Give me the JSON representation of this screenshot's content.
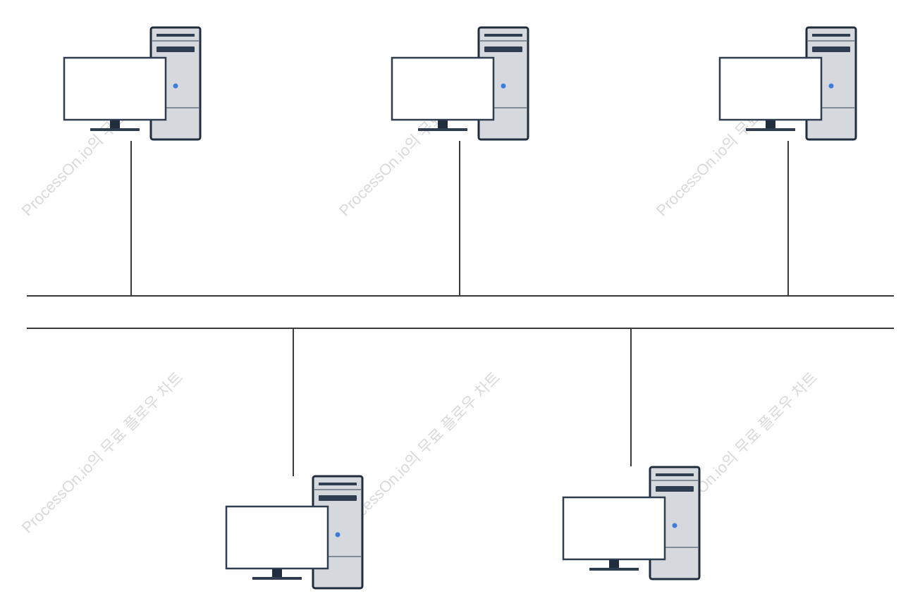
{
  "watermark": {
    "text": "ProcessOn.io의 무료 플로우 차트",
    "color": "#d9d9d9"
  },
  "colors": {
    "line": "#3a3a3a",
    "tower_fill": "#d5d9de",
    "tower_outline": "#1f2d3d",
    "tower_slot": "#2e3e50",
    "power_led": "#3b7ddd",
    "monitor_screen": "#ffffff",
    "monitor_outline": "#2e3e50"
  },
  "diagram": {
    "type": "bus-topology",
    "computers": [
      {
        "id": "pc-top-1",
        "icon": "desktop-computer-icon"
      },
      {
        "id": "pc-top-2",
        "icon": "desktop-computer-icon"
      },
      {
        "id": "pc-top-3",
        "icon": "desktop-computer-icon"
      },
      {
        "id": "pc-bottom-1",
        "icon": "desktop-computer-icon"
      },
      {
        "id": "pc-bottom-2",
        "icon": "desktop-computer-icon"
      }
    ]
  }
}
